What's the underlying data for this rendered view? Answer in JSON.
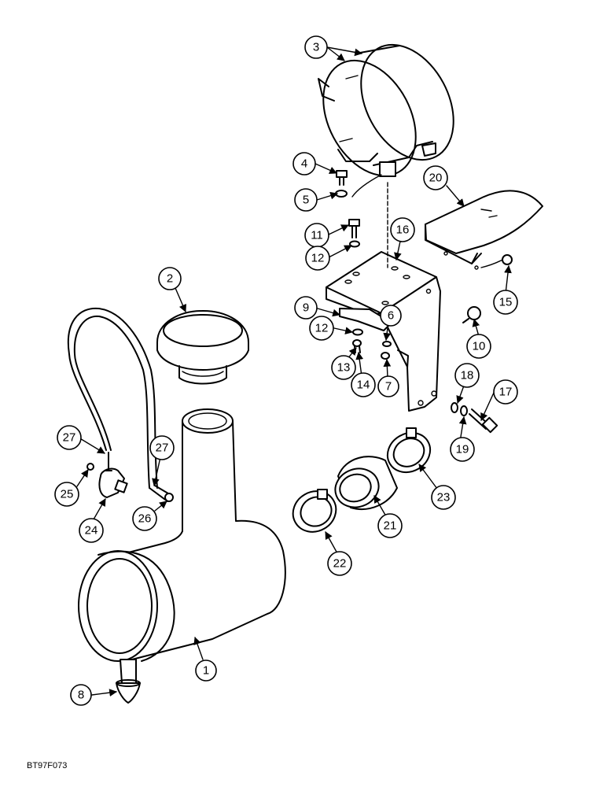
{
  "figure_code": "BT97F073",
  "callouts": [
    "3",
    "4",
    "5",
    "20",
    "11",
    "16",
    "12",
    "2",
    "9",
    "15",
    "12",
    "6",
    "10",
    "13",
    "14",
    "7",
    "18",
    "17",
    "27",
    "27",
    "19",
    "25",
    "24",
    "26",
    "23",
    "21",
    "22",
    "1",
    "8"
  ]
}
